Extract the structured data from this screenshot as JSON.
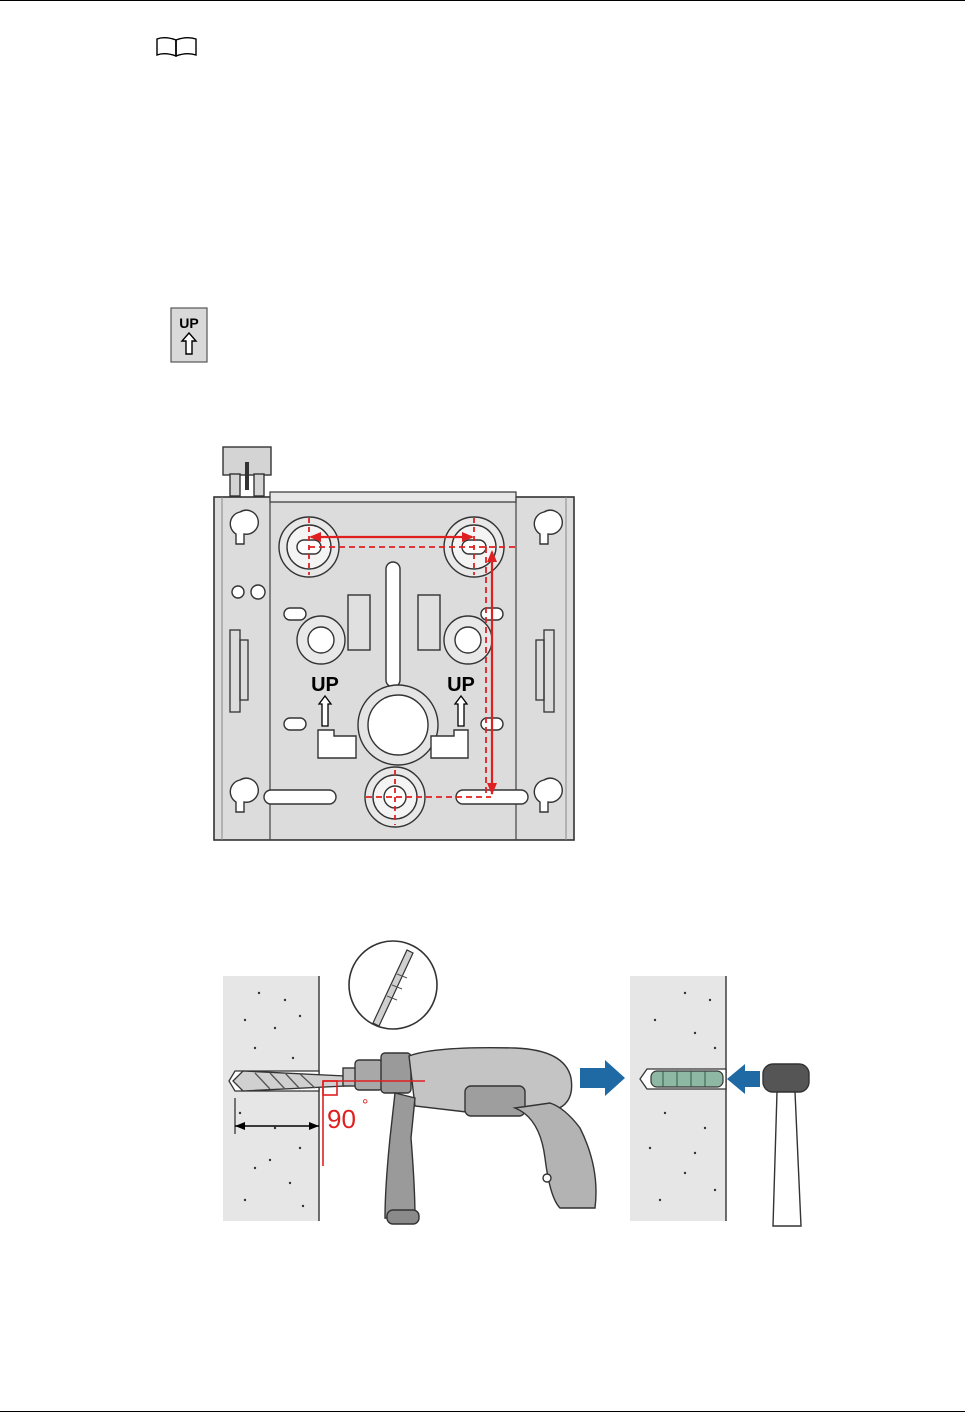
{
  "page": {
    "icons": [
      "book-icon",
      "up-arrow-icon"
    ]
  },
  "figure1": {
    "label_up_left": "UP",
    "label_up_right": "UP",
    "dims_color": "#e02020"
  },
  "figure2": {
    "angle_label": "90",
    "degree_symbol": "°",
    "arrow_color": "#1f6aa5"
  },
  "up_icon": {
    "label": "UP"
  }
}
